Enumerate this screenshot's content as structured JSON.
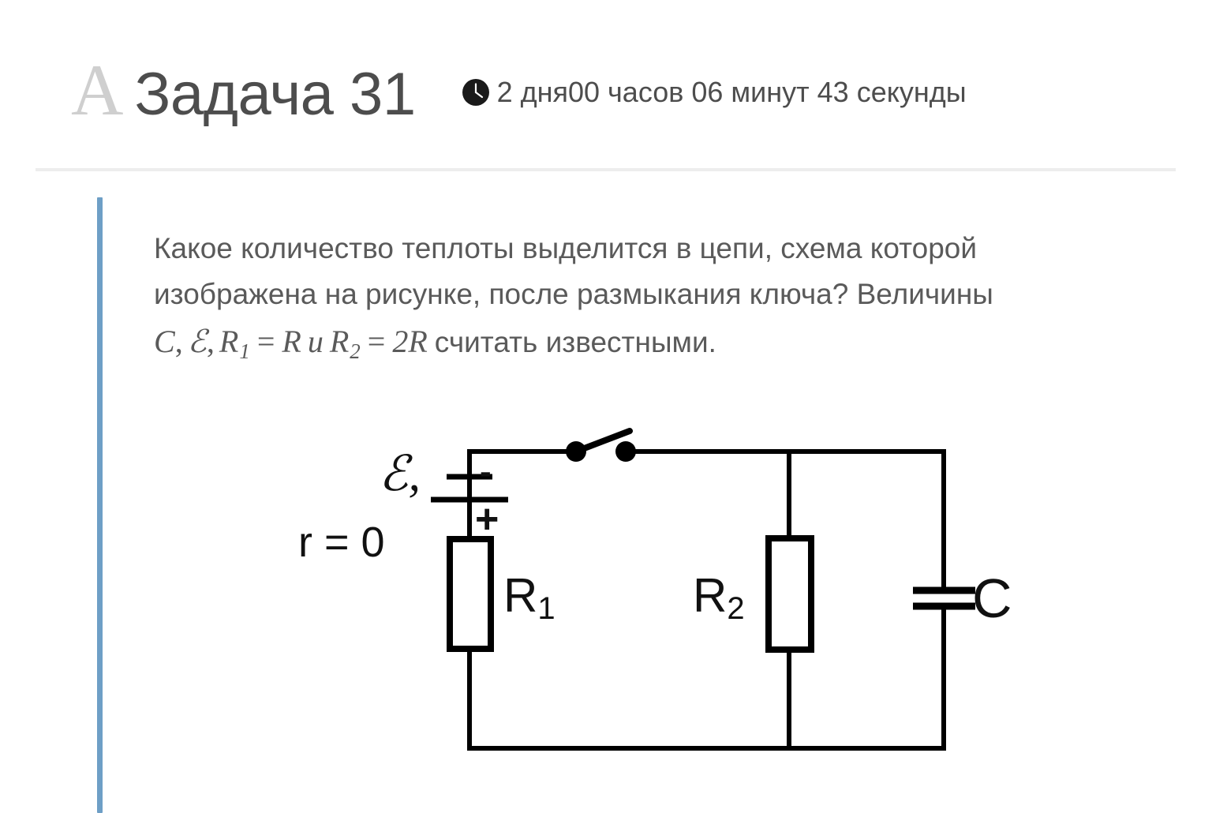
{
  "header": {
    "brand_letter": "A",
    "title": "Задача 31",
    "clock_icon": "clock-icon",
    "timer": "2 дня00 часов 06 минут 43 секунды"
  },
  "accent_color": "#6e9fc6",
  "question": {
    "line1": "Какое количество теплоты выделится в цепи, схема которой",
    "line2": "изображена на рисунке, после размыкания ключа? Величины",
    "math": {
      "c": "C",
      "comma1": ",",
      "emf": "ℰ",
      "comma2": ",",
      "r1": "R",
      "r1_sub": "1",
      "eq1": "=",
      "r_value1": "R",
      "and": "и",
      "r2": "R",
      "r2_sub": "2",
      "eq2": "=",
      "r_value2": "2R",
      "tail": "считать известными."
    }
  },
  "circuit": {
    "labels": {
      "emf": "ℰ,",
      "internal_resistance": "r = 0",
      "battery_minus": "-",
      "battery_plus": "+",
      "r1": "R",
      "r1_sub": "1",
      "r2": "R",
      "r2_sub": "2",
      "capacitor": "C"
    },
    "stroke_color": "#000000"
  }
}
